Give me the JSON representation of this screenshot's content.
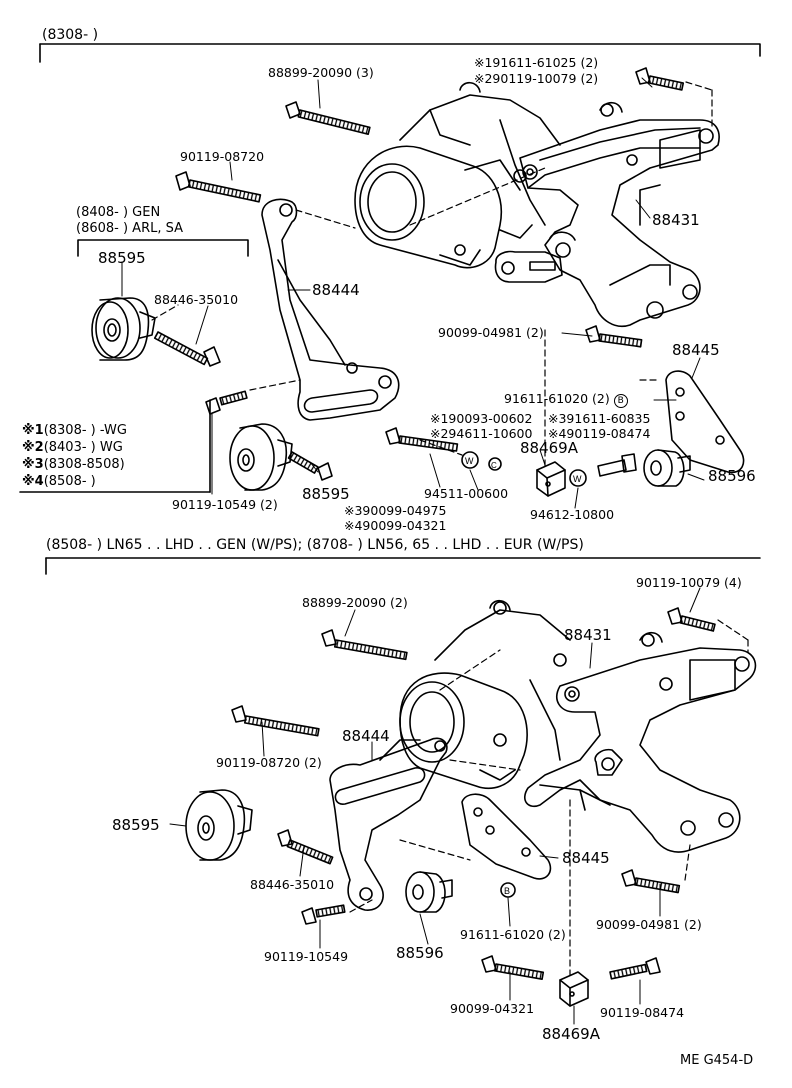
{
  "section1": {
    "header": "(8308-        )",
    "variants": {
      "line1": "(8408-        ) GEN",
      "line2": "(8608-        ) ARL, SA"
    },
    "notes": [
      {
        "mark": "※1",
        "text": "(8308-        ) -WG"
      },
      {
        "mark": "※2",
        "text": "(8403-        ) WG"
      },
      {
        "mark": "※3",
        "text": "(8308-8508)"
      },
      {
        "mark": "※4",
        "text": "(8508-        )"
      }
    ],
    "parts": {
      "p191611": "※191611-61025 (2)",
      "p290119": "※290119-10079 (2)",
      "p88899": "88899-20090 (3)",
      "p90119_08720": "90119-08720",
      "p88431": "88431",
      "p88595_a": "88595",
      "p88446": "88446-35010",
      "p88444": "88444",
      "p90099_04981": "90099-04981",
      "p90099_04981_qty": "(2)",
      "p88445": "88445",
      "p91611": "91611-61020 (2)",
      "p91611_sym": "B",
      "p190093": "※190093-00602",
      "p391611": "※391611-60835",
      "p294611": "※294611-10600",
      "p490119": "※490119-08474",
      "p88469A": "88469A",
      "p88596": "88596",
      "p88595_b": "88595",
      "p94511": "94511-00600",
      "p94612": "94612-10800",
      "p90119_10549": "90119-10549 (2)",
      "p390099": "※390099-04975",
      "p490099": "※490099-04321",
      "sym_w": "W",
      "sym_c": "C"
    }
  },
  "section2": {
    "header": "(8508-        ) LN65 . . LHD . . GEN (W/PS); (8708-        ) LN56, 65 . . LHD . . EUR (W/PS)",
    "parts": {
      "p90119_10079": "90119-10079 (4)",
      "p88899": "88899-20090 (2)",
      "p88431": "88431",
      "p88444": "88444",
      "p90119_08720": "90119-08720 (2)",
      "p88595": "88595",
      "p88445": "88445",
      "p88446": "88446-35010",
      "p90099_04981": "90099-04981 (2)",
      "p90119_10549": "90119-10549",
      "p88596": "88596",
      "p91611": "91611-61020 (2)",
      "p91611_sym": "B",
      "p90099_04321": "90099-04321",
      "p90119_08474": "90119-08474",
      "p88469A": "88469A"
    }
  },
  "footer": {
    "code": "ME G454-D"
  }
}
